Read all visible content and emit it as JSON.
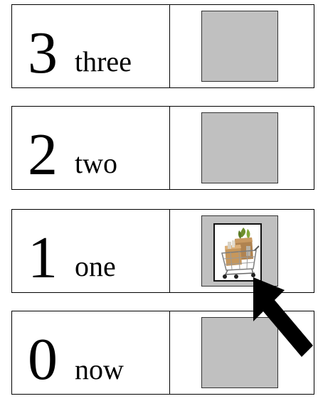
{
  "rows": [
    {
      "number": "3",
      "word": "three",
      "slot_state": "empty"
    },
    {
      "number": "2",
      "word": "two",
      "slot_state": "empty"
    },
    {
      "number": "1",
      "word": "one",
      "slot_state": "filled"
    },
    {
      "number": "0",
      "word": "now",
      "slot_state": "empty"
    }
  ],
  "slot_image_icon": "shopping-cart-with-grocery-bags-icon",
  "pointer_icon": "arrow-pointer-icon",
  "colors": {
    "slot_fill": "#c0c0c0",
    "border": "#000000",
    "background": "#ffffff"
  }
}
